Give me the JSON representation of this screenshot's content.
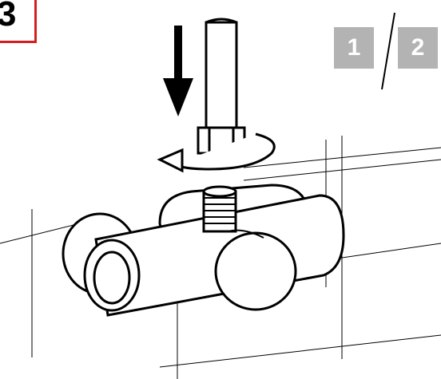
{
  "step": {
    "number": "3"
  },
  "pagination": {
    "left": "1",
    "right": "2"
  },
  "colors": {
    "step_border": "#d21f1f",
    "page_box": "#b3b3b3",
    "line": "#000000"
  }
}
